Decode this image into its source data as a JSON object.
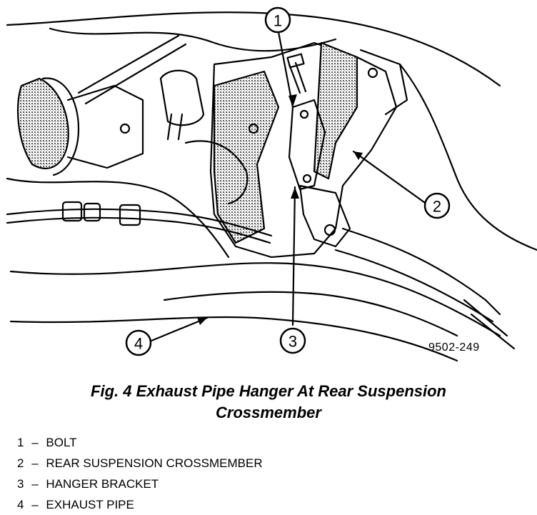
{
  "figure": {
    "id": "9502-249",
    "callouts": [
      "1",
      "2",
      "3",
      "4"
    ]
  },
  "caption": {
    "line1": "Fig. 4 Exhaust Pipe Hanger At Rear Suspension",
    "line2": "Crossmember"
  },
  "legend": [
    {
      "num": "1",
      "dash": "–",
      "label": "BOLT"
    },
    {
      "num": "2",
      "dash": "–",
      "label": "REAR SUSPENSION CROSSMEMBER"
    },
    {
      "num": "3",
      "dash": "–",
      "label": "HANGER BRACKET"
    },
    {
      "num": "4",
      "dash": "–",
      "label": "EXHAUST PIPE"
    }
  ],
  "colors": {
    "ink": "#000000",
    "paper": "#ffffff",
    "shade": "#8a8a8a"
  }
}
